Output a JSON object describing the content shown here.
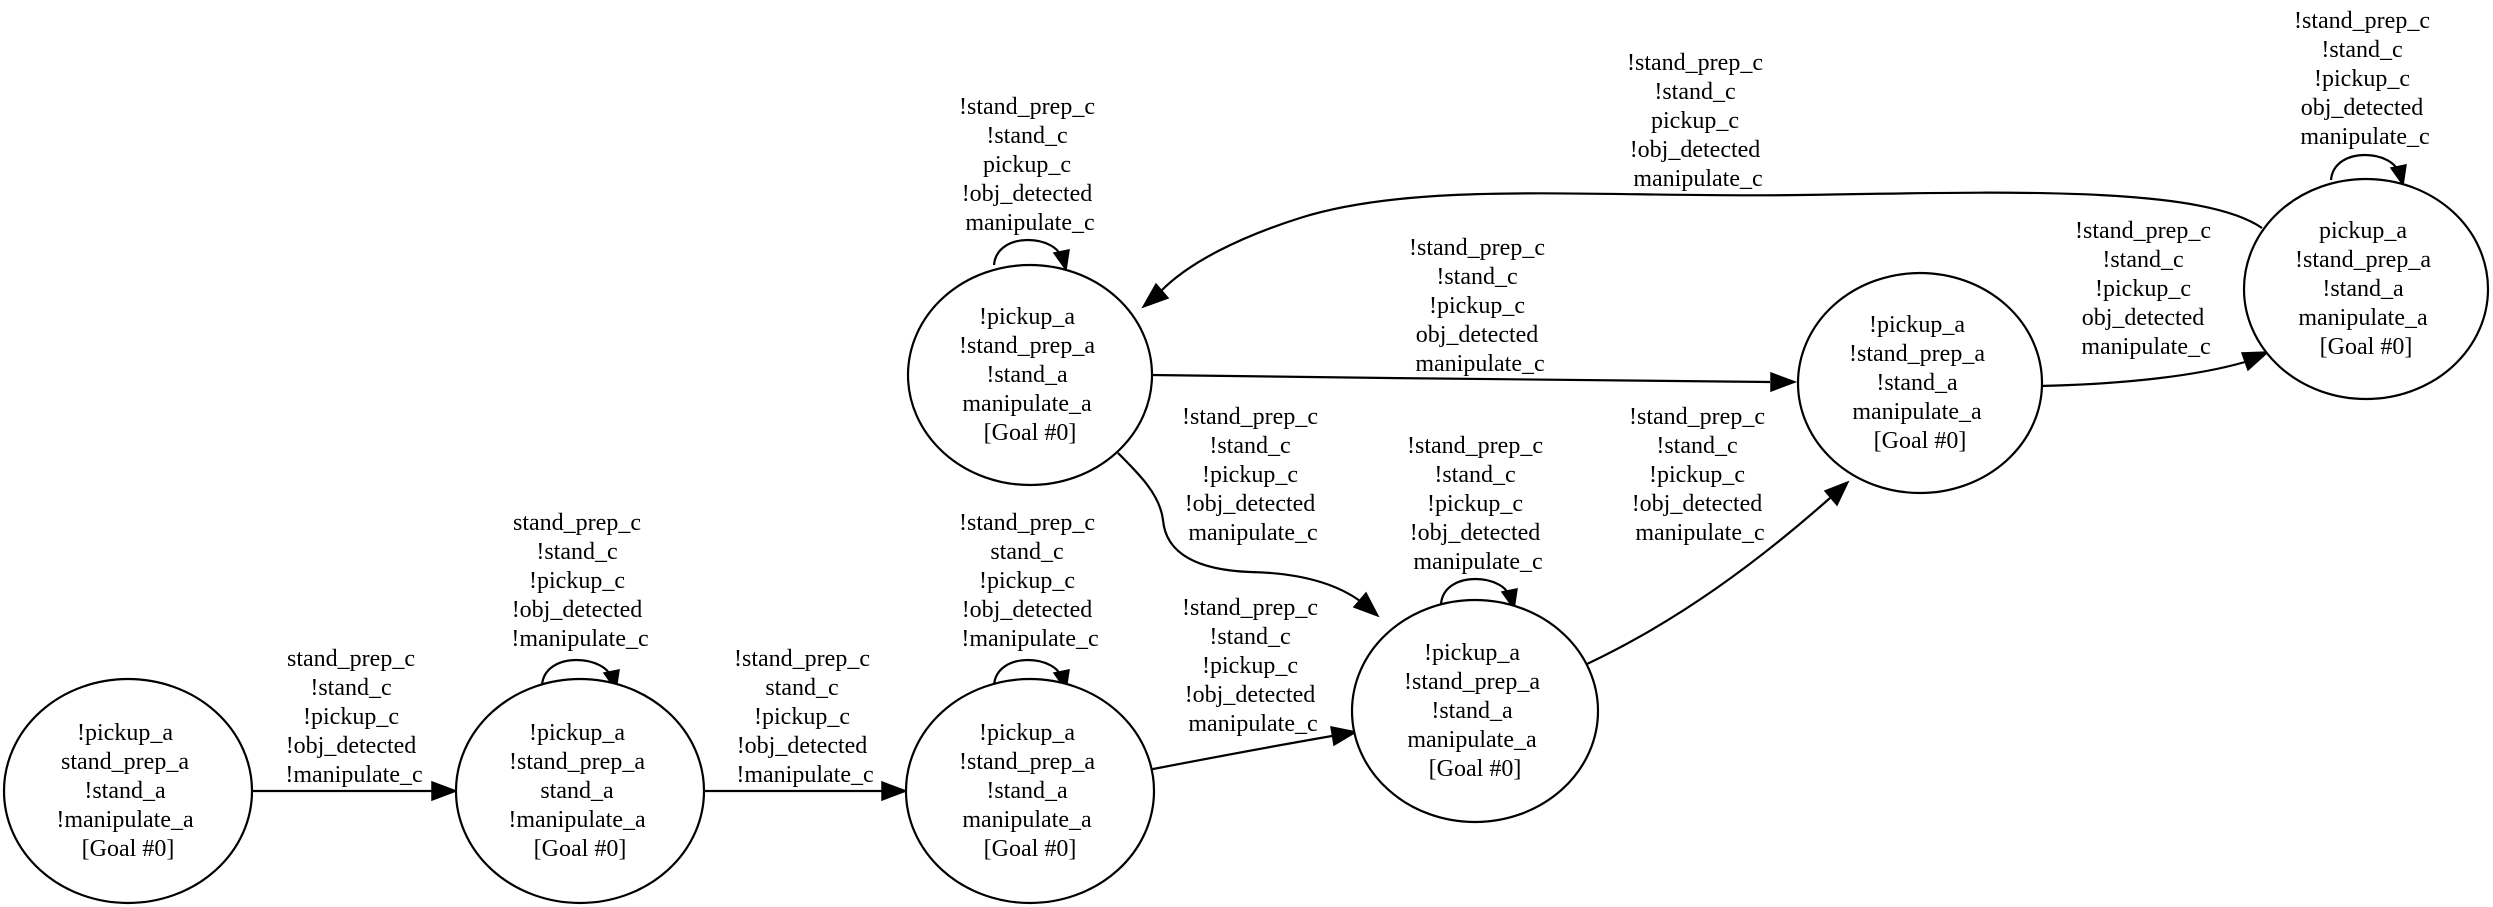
{
  "nodes": [
    {
      "id": "n0",
      "lines": [
        "!pickup_a",
        "stand_prep_a",
        "!stand_a",
        "!manipulate_a",
        "[Goal #0]"
      ]
    },
    {
      "id": "n1",
      "lines": [
        "!pickup_a",
        "!stand_prep_a",
        "stand_a",
        "!manipulate_a",
        "[Goal #0]"
      ]
    },
    {
      "id": "n2",
      "lines": [
        "!pickup_a",
        "!stand_prep_a",
        "!stand_a",
        "manipulate_a",
        "[Goal #0]"
      ]
    },
    {
      "id": "n3",
      "lines": [
        "!pickup_a",
        "!stand_prep_a",
        "!stand_a",
        "manipulate_a",
        "[Goal #0]"
      ]
    },
    {
      "id": "n4",
      "lines": [
        "!pickup_a",
        "!stand_prep_a",
        "!stand_a",
        "manipulate_a",
        "[Goal #0]"
      ]
    },
    {
      "id": "n5",
      "lines": [
        "!pickup_a",
        "!stand_prep_a",
        "!stand_a",
        "manipulate_a",
        "[Goal #0]"
      ]
    },
    {
      "id": "n6",
      "lines": [
        "pickup_a",
        "!stand_prep_a",
        "!stand_a",
        "manipulate_a",
        "[Goal #0]"
      ]
    }
  ],
  "edges": [
    {
      "id": "e0",
      "from": "n0",
      "to": "n1",
      "lines": [
        "stand_prep_c",
        "!stand_c",
        "!pickup_c",
        "!obj_detected",
        "!manipulate_c"
      ]
    },
    {
      "id": "e1",
      "from": "n1",
      "to": "n1",
      "lines": [
        "stand_prep_c",
        "!stand_c",
        "!pickup_c",
        "!obj_detected",
        "!manipulate_c"
      ]
    },
    {
      "id": "e2",
      "from": "n1",
      "to": "n2",
      "lines": [
        "!stand_prep_c",
        "stand_c",
        "!pickup_c",
        "!obj_detected",
        "!manipulate_c"
      ]
    },
    {
      "id": "e3",
      "from": "n2",
      "to": "n2",
      "lines": [
        "!stand_prep_c",
        "stand_c",
        "!pickup_c",
        "!obj_detected",
        "!manipulate_c"
      ]
    },
    {
      "id": "e4",
      "from": "n2",
      "to": "n4",
      "lines": [
        "!stand_prep_c",
        "!stand_c",
        "!pickup_c",
        "!obj_detected",
        "manipulate_c"
      ]
    },
    {
      "id": "e5",
      "from": "n3",
      "to": "n3",
      "lines": [
        "!stand_prep_c",
        "!stand_c",
        "pickup_c",
        "!obj_detected",
        "manipulate_c"
      ]
    },
    {
      "id": "e6",
      "from": "n3",
      "to": "n5",
      "lines": [
        "!stand_prep_c",
        "!stand_c",
        "!pickup_c",
        "obj_detected",
        "manipulate_c"
      ]
    },
    {
      "id": "e7",
      "from": "n3",
      "to": "n4",
      "lines": [
        "!stand_prep_c",
        "!stand_c",
        "!pickup_c",
        "!obj_detected",
        "manipulate_c"
      ]
    },
    {
      "id": "e8",
      "from": "n4",
      "to": "n4",
      "lines": [
        "!stand_prep_c",
        "!stand_c",
        "!pickup_c",
        "!obj_detected",
        "manipulate_c"
      ]
    },
    {
      "id": "e9",
      "from": "n4",
      "to": "n5",
      "lines": [
        "!stand_prep_c",
        "!stand_c",
        "!pickup_c",
        "!obj_detected",
        "manipulate_c"
      ]
    },
    {
      "id": "e10",
      "from": "n5",
      "to": "n6",
      "lines": [
        "!stand_prep_c",
        "!stand_c",
        "!pickup_c",
        "obj_detected",
        "manipulate_c"
      ]
    },
    {
      "id": "e11",
      "from": "n6",
      "to": "n6",
      "lines": [
        "!stand_prep_c",
        "!stand_c",
        "!pickup_c",
        "obj_detected",
        "manipulate_c"
      ]
    },
    {
      "id": "e12",
      "from": "n6",
      "to": "n3",
      "lines": [
        "!stand_prep_c",
        "!stand_c",
        "pickup_c",
        "!obj_detected",
        "manipulate_c"
      ]
    }
  ]
}
